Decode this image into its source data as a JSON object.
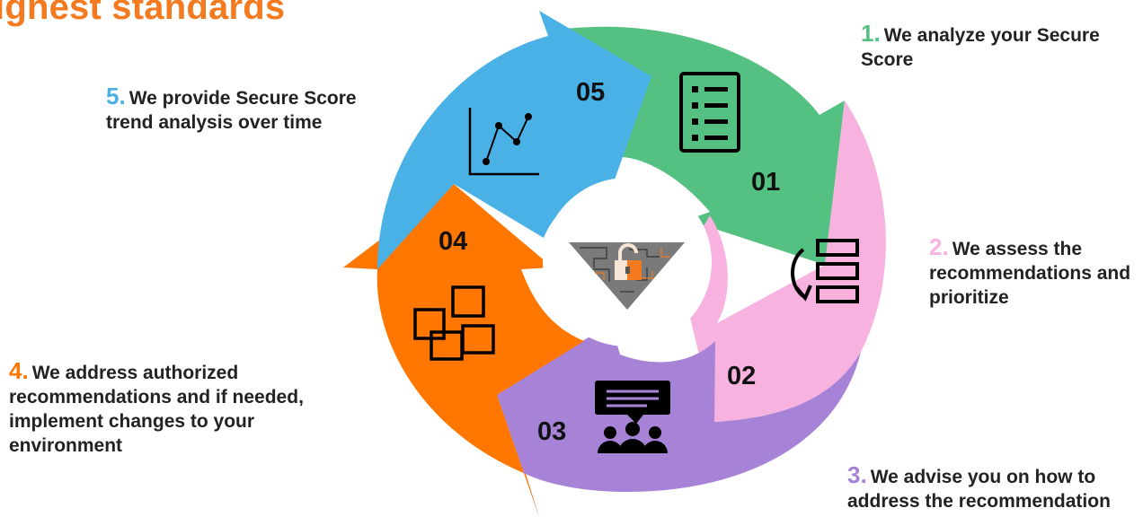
{
  "title": "ighest standards",
  "colors": {
    "step1": "#54C081",
    "step2": "#F7B2E0",
    "step3": "#A783D8",
    "step4": "#FF7700",
    "step5": "#4AB1E6",
    "title": "#F47A1F"
  },
  "steps": [
    {
      "number": "1.",
      "text": "We analyze your Secure Score",
      "segment_label": "01",
      "icon": "checklist-icon"
    },
    {
      "number": "2.",
      "text": "We assess the recommendations and prioritize",
      "segment_label": "02",
      "icon": "prioritize-list-icon"
    },
    {
      "number": "3.",
      "text": "We advise you on how to address the recommendation",
      "segment_label": "03",
      "icon": "team-discussion-icon"
    },
    {
      "number": "4.",
      "text": "We address authorized recommendations and if needed, implement changes to your environment",
      "segment_label": "04",
      "icon": "sticky-notes-icon"
    },
    {
      "number": "5.",
      "text": "We provide Secure Score trend analysis over time",
      "segment_label": "05",
      "icon": "trend-chart-icon"
    }
  ],
  "center_icon": "security-lock-icon"
}
